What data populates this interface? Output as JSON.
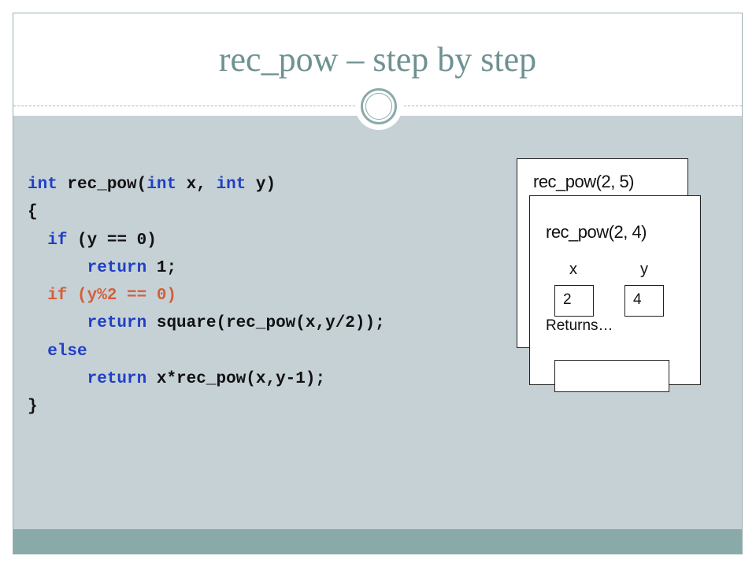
{
  "slide": {
    "title": "rec_pow – step by step"
  },
  "code": {
    "lines": [
      [
        {
          "t": "int",
          "c": "kw"
        },
        {
          "t": " rec_pow(",
          "c": ""
        },
        {
          "t": "int",
          "c": "kw"
        },
        {
          "t": " x, ",
          "c": ""
        },
        {
          "t": "int",
          "c": "kw"
        },
        {
          "t": " y)",
          "c": ""
        }
      ],
      [
        {
          "t": "{",
          "c": ""
        }
      ],
      [
        {
          "t": "  ",
          "c": ""
        },
        {
          "t": "if",
          "c": "kw"
        },
        {
          "t": " (y == 0)",
          "c": ""
        }
      ],
      [
        {
          "t": "      ",
          "c": ""
        },
        {
          "t": "return",
          "c": "kw"
        },
        {
          "t": " 1;",
          "c": ""
        }
      ],
      [
        {
          "t": "  if (y%2 == 0)",
          "c": "hl"
        }
      ],
      [
        {
          "t": "      ",
          "c": ""
        },
        {
          "t": "return",
          "c": "kw"
        },
        {
          "t": " square(rec_pow(x,y/2));",
          "c": ""
        }
      ],
      [
        {
          "t": "  ",
          "c": ""
        },
        {
          "t": "else",
          "c": "kw"
        }
      ],
      [
        {
          "t": "      ",
          "c": ""
        },
        {
          "t": "return",
          "c": "kw"
        },
        {
          "t": " x*rec_pow(x,y-1);",
          "c": ""
        }
      ],
      [
        {
          "t": "}",
          "c": ""
        }
      ]
    ]
  },
  "frames": {
    "outer": {
      "title": "rec_pow(2, 5)"
    },
    "inner": {
      "title": "rec_pow(2, 4)",
      "x_label": "x",
      "y_label": "y",
      "x_value": "2",
      "y_value": "4",
      "returns_label": "Returns…",
      "returns_value": ""
    }
  },
  "colors": {
    "title": "#6f9193",
    "keyword": "#1f3fc4",
    "highlight": "#d2603a",
    "content_bg": "#c6d1d6",
    "footer_bar": "#8aaaa9"
  }
}
